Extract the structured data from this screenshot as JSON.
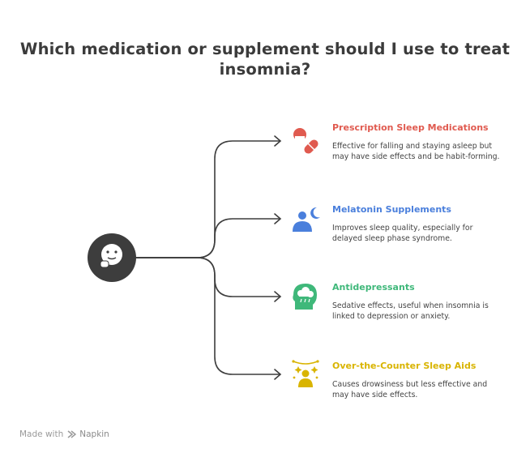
{
  "title": "Which medication or supplement should I use to treat insomnia?",
  "center_icon": "thinking-face-icon",
  "options": [
    {
      "title": "Prescription Sleep Medications",
      "description": "Effective for falling and staying asleep but may have side effects and be habit-forming.",
      "icon": "pills-icon",
      "color": "#e05a4f"
    },
    {
      "title": "Melatonin Supplements",
      "description": "Improves sleep quality, especially for delayed sleep phase syndrome.",
      "icon": "person-moon-icon",
      "color": "#4a7fdc"
    },
    {
      "title": "Antidepressants",
      "description": "Sedative effects, useful when insomnia is linked to depression or anxiety.",
      "icon": "head-cloud-icon",
      "color": "#3fb87a"
    },
    {
      "title": "Over-the-Counter Sleep Aids",
      "description": "Causes drowsiness but less effective and may have side effects.",
      "icon": "person-stars-icon",
      "color": "#d9b400"
    }
  ],
  "footer": {
    "made_with": "Made with",
    "brand": "Napkin"
  }
}
